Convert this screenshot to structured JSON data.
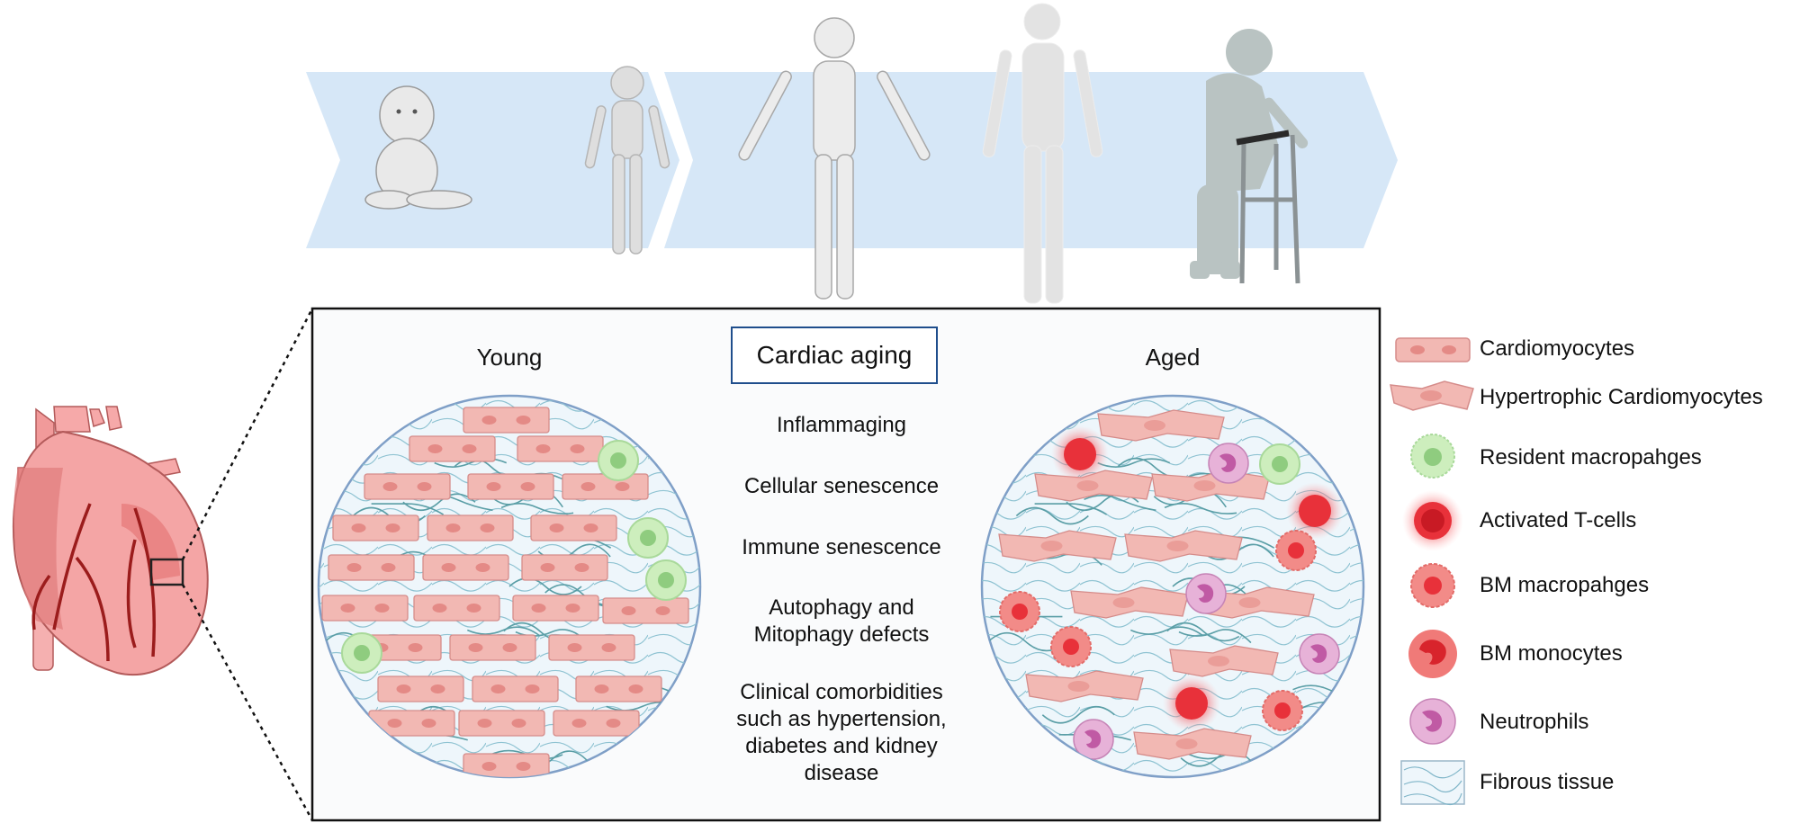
{
  "diagram": {
    "title": "Cardiac aging",
    "panels": {
      "young": "Young",
      "aged": "Aged"
    },
    "mechanisms": [
      "Inflammaging",
      "Cellular senescence",
      "Immune senescence",
      "Autophagy and\nMitophagy defects",
      "Clinical comorbidities\nsuch as hypertension,\ndiabetes and kidney\ndisease"
    ],
    "legend": [
      {
        "label": "Cardiomyocytes",
        "icon": "cardiomyocyte-icon"
      },
      {
        "label": "Hypertrophic Cardiomyocytes",
        "icon": "hypertrophic-cardiomyocyte-icon"
      },
      {
        "label": "Resident macropahges",
        "icon": "resident-macrophage-icon"
      },
      {
        "label": "Activated T-cells",
        "icon": "activated-t-cell-icon"
      },
      {
        "label": "BM macropahges",
        "icon": "bm-macrophage-icon"
      },
      {
        "label": "BM monocytes",
        "icon": "bm-monocyte-icon"
      },
      {
        "label": "Neutrophils",
        "icon": "neutrophil-icon"
      },
      {
        "label": "Fibrous tissue",
        "icon": "fibrous-tissue-icon"
      }
    ],
    "colors": {
      "timeline_arrow": "#d6e7f7",
      "cardiomyocyte": "#f2b8b3",
      "cardiomyocyte_nucleus": "#e48a86",
      "resident_macrophage": "#cdeebd",
      "t_cell": "#e8313a",
      "bm_macrophage": "#f28b88",
      "neutrophil": "#d98fc5",
      "fiber": "#5a9ea6",
      "heart": "#f3a3a3",
      "vessel": "#9b1c1c",
      "frame": "#1f4e8c"
    }
  }
}
